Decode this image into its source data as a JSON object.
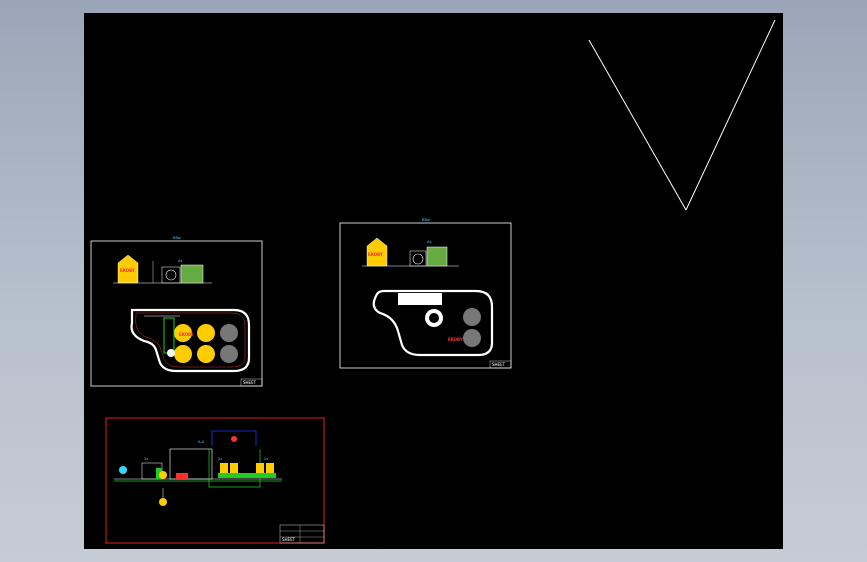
{
  "app": {
    "canvas_background": "#000000",
    "ui_background": "#a9b3c2"
  },
  "sheets": [
    {
      "id": "sheet-1",
      "frame_color": "#ffffff",
      "header_tag": "BBw",
      "silo_label": "EKOBY",
      "tank_label": "EKOBY",
      "title_block_text": "SHEET"
    },
    {
      "id": "sheet-2",
      "frame_color": "#ffffff",
      "header_tag": "BBw",
      "silo_label": "EKOBY",
      "tank_label": "EKOBY",
      "title_block_text": "SHEET"
    },
    {
      "id": "sheet-3",
      "frame_color": "#ff2020",
      "header_tag": "A-A",
      "title_block_text": "SHEET"
    }
  ],
  "colors": {
    "line": "#ffffff",
    "yellow": "#ffcc00",
    "green": "#22cc22",
    "cyan": "#33d6ff",
    "red": "#ff2020",
    "blue": "#2233ff",
    "gray": "#777777"
  }
}
